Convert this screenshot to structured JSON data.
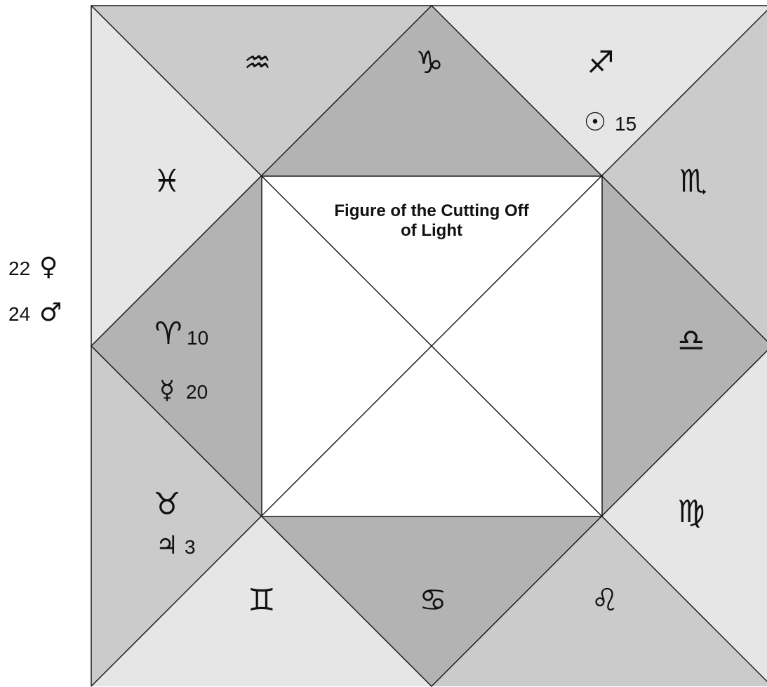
{
  "title_lines": [
    "Figure of the Cutting Off",
    "of Light"
  ],
  "colors": {
    "light": "#e6e6e6",
    "medium": "#cbcbcb",
    "dark": "#b3b3b3",
    "center": "#ffffff",
    "stroke": "#1a1a1a"
  },
  "houses": {
    "h1": {
      "sign": "♈",
      "sign_name": "aries-icon",
      "planets": [
        {
          "glyph": "",
          "degree": "10"
        },
        {
          "glyph": "☿",
          "degree": "20",
          "planet_name": "mercury-icon"
        }
      ]
    },
    "h2": {
      "sign": "♓",
      "sign_name": "pisces-icon"
    },
    "h3": {
      "sign": "♒",
      "sign_name": "aquarius-icon"
    },
    "h4": {
      "sign": "♑",
      "sign_name": "capricorn-icon"
    },
    "h5": {
      "sign": "♐",
      "sign_name": "sagittarius-icon",
      "planets": [
        {
          "glyph": "☉",
          "degree": "15",
          "planet_name": "sun-icon"
        }
      ]
    },
    "h6": {
      "sign": "♏",
      "sign_name": "scorpio-icon"
    },
    "h7": {
      "sign": "♎",
      "sign_name": "libra-icon"
    },
    "h8": {
      "sign": "♍",
      "sign_name": "virgo-icon"
    },
    "h9": {
      "sign": "♌",
      "sign_name": "leo-icon"
    },
    "h10": {
      "sign": "♋",
      "sign_name": "cancer-icon"
    },
    "h11": {
      "sign": "♊",
      "sign_name": "gemini-icon"
    },
    "h12": {
      "sign": "♉",
      "sign_name": "taurus-icon",
      "planets": [
        {
          "glyph": "♃",
          "degree": "3",
          "planet_name": "jupiter-icon"
        }
      ]
    }
  },
  "outside": [
    {
      "degree": "22",
      "glyph": "♀",
      "planet_name": "venus-icon"
    },
    {
      "degree": "24",
      "glyph": "♂",
      "planet_name": "mars-icon"
    }
  ]
}
